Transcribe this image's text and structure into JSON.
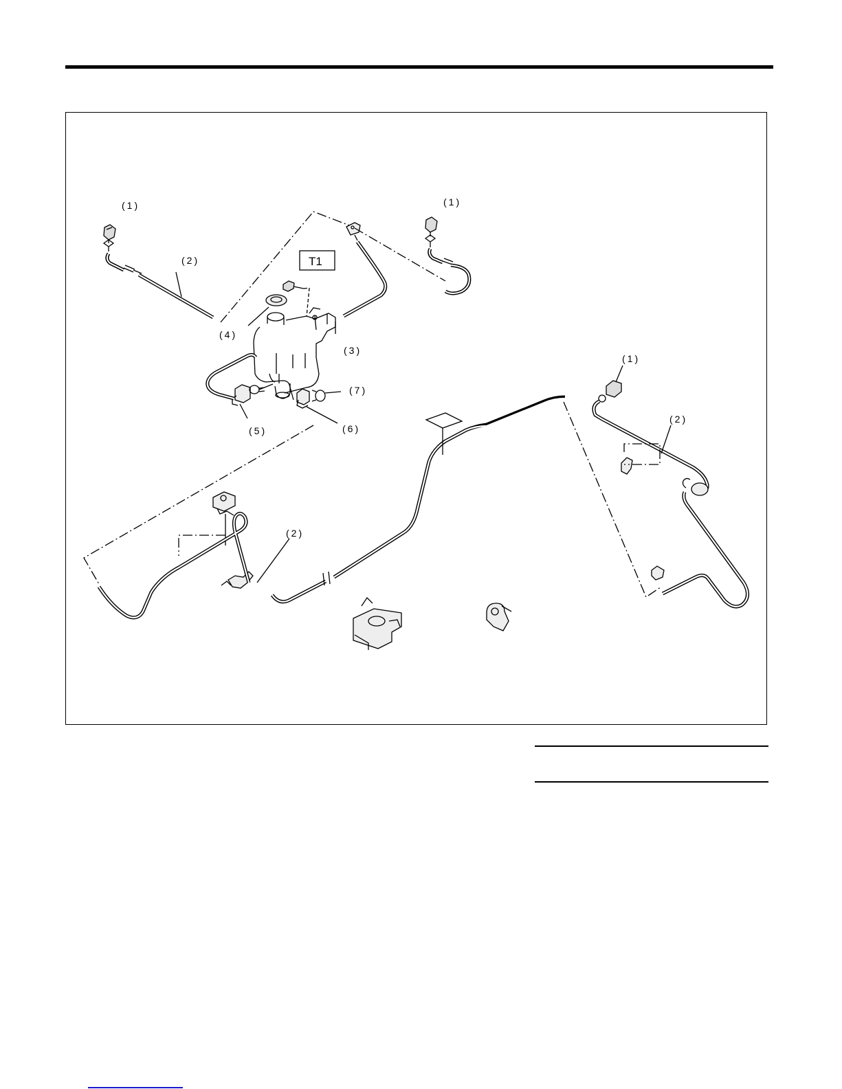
{
  "figure": {
    "labels": {
      "nozzle_left": "(1)",
      "nozzle_center": "(1)",
      "nozzle_right": "(1)",
      "hose_left": "(2)",
      "hose_bottom": "(2)",
      "hose_right": "(2)",
      "tank": "(3)",
      "cap": "(4)",
      "motor_front": "(5)",
      "motor_rear": "(6)",
      "grommet": "(7)"
    },
    "torque_box": "T1"
  },
  "colors": {
    "line": "#000000",
    "background": "#ffffff",
    "footer_link": "#1a1acc"
  }
}
